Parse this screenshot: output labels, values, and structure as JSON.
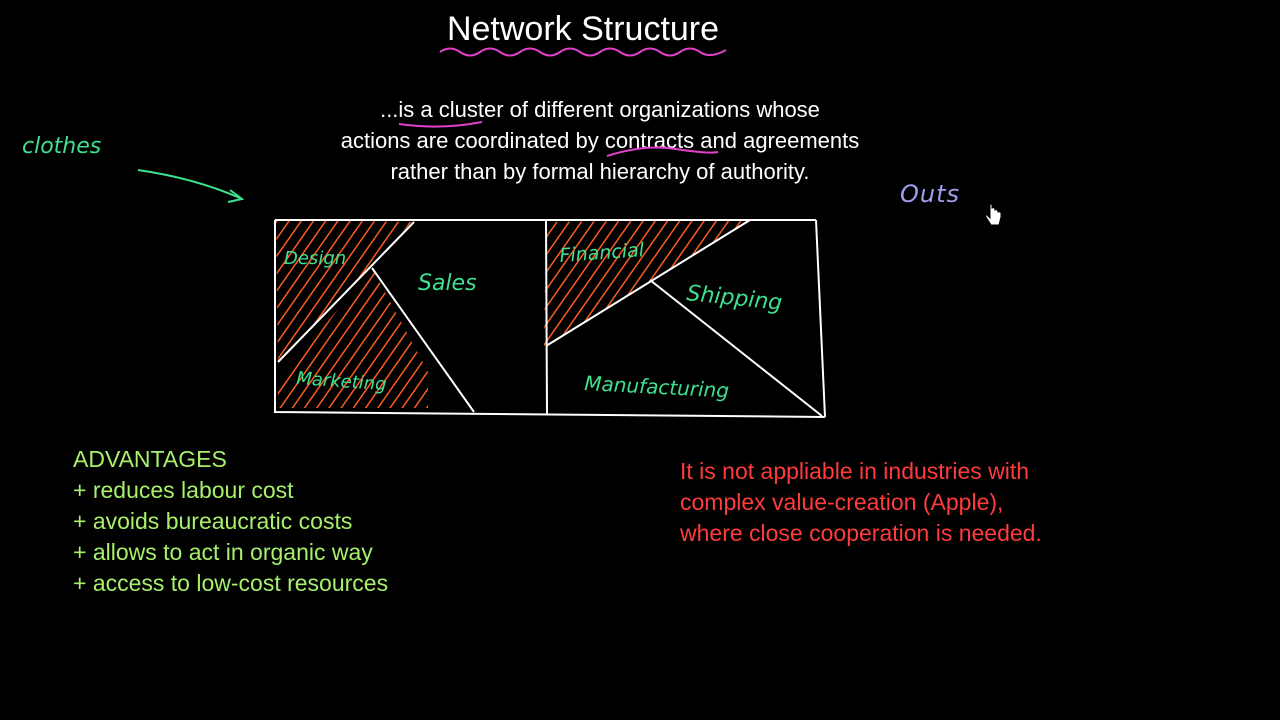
{
  "title": "Network Structure",
  "definition": {
    "line1_pre": "...is a ",
    "line1_underlined": "cluster",
    "line1_post": " of different organizations whose",
    "line2_pre": "actions are coordinated by ",
    "line2_underlined": "contracts",
    "line2_post": " and agreements",
    "line3": "rather than by formal hierarchy of authority."
  },
  "notes": {
    "clothes": "clothes",
    "outs": "Outs"
  },
  "diagram": {
    "left_box": [
      "Design",
      "Sales",
      "Marketing"
    ],
    "right_box": [
      "Financial",
      "Shipping",
      "Manufacturing"
    ],
    "hatched": [
      "Design",
      "Marketing",
      "Financial"
    ]
  },
  "advantages": {
    "heading": "ADVANTAGES",
    "items": [
      "+ reduces labour cost",
      "+ avoids bureaucratic costs",
      "+ allows to act in organic way",
      "+ access to low-cost resources"
    ]
  },
  "disadvantage": {
    "lines": [
      "It is not appliable in industries with",
      "complex value-creation (Apple),",
      "where close cooperation is needed."
    ]
  },
  "colors": {
    "background": "#000000",
    "title_underline": "#e040c8",
    "handwriting_green": "#3ee08f",
    "hatch_orange": "#ff5a1f",
    "advantages": "#a7f06a",
    "disadvantage": "#ff3b3b",
    "outs_note": "#9f9ff0"
  },
  "icons": [
    "hand-pointer-cursor-icon",
    "arrow-icon"
  ]
}
